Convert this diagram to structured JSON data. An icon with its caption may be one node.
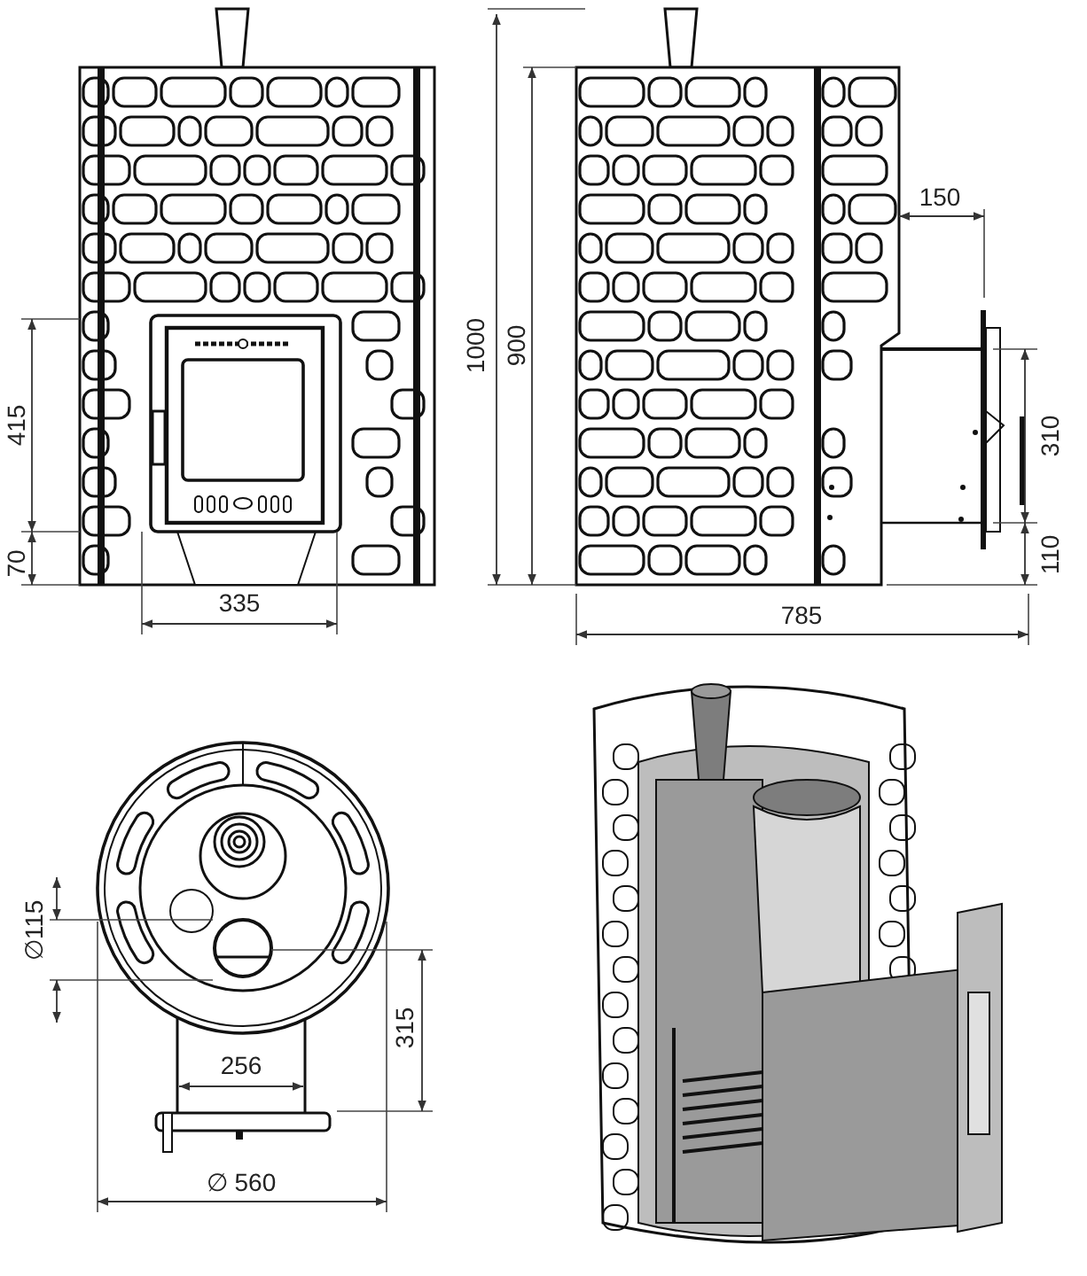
{
  "diagram": {
    "labels": [
      "415",
      "70",
      "335",
      "1000",
      "900",
      "150",
      "310",
      "110",
      "785",
      "∅115",
      "315",
      "256",
      "∅ 560"
    ]
  }
}
